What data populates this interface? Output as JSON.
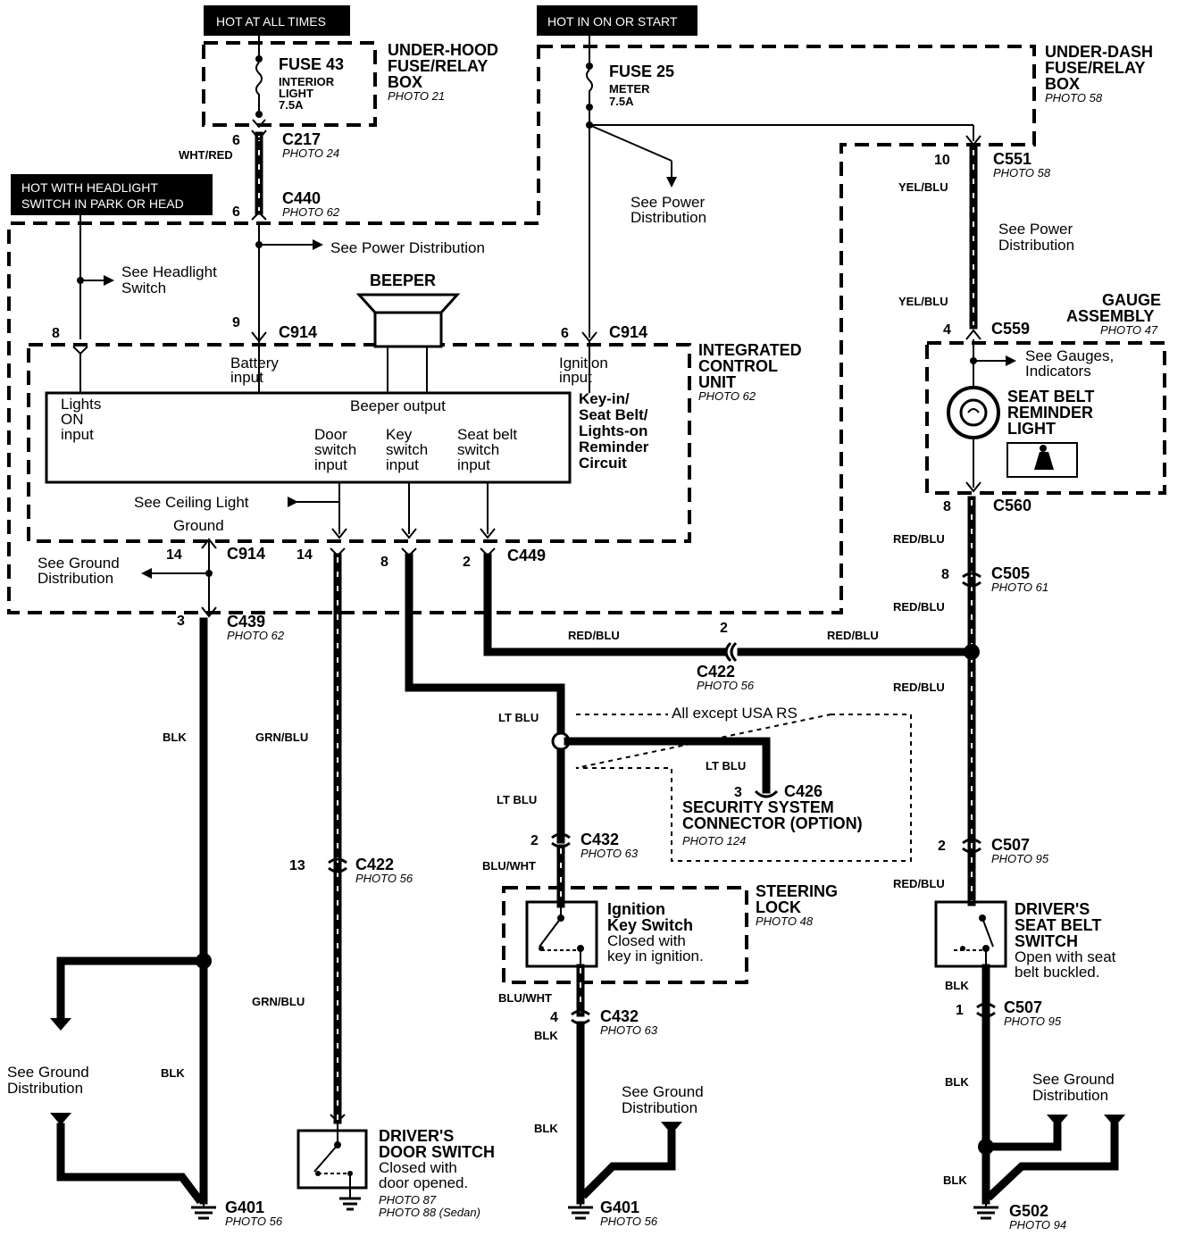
{
  "hot_labels": {
    "at_all_times": "HOT AT ALL TIMES",
    "in_on_or_start": "HOT IN ON OR START",
    "headlight_l1": "HOT WITH HEADLIGHT",
    "headlight_l2": "SWITCH IN PARK OR HEAD"
  },
  "fuses": {
    "fuse43": {
      "name": "FUSE 43",
      "desc1": "INTERIOR",
      "desc2": "LIGHT",
      "rating": "7.5A"
    },
    "fuse25": {
      "name": "FUSE 25",
      "desc1": "METER",
      "rating": "7.5A"
    }
  },
  "boxes": {
    "underhood": {
      "l1": "UNDER-HOOD",
      "l2": "FUSE/RELAY",
      "l3": "BOX",
      "photo": "PHOTO 21"
    },
    "underdash": {
      "l1": "UNDER-DASH",
      "l2": "FUSE/RELAY",
      "l3": "BOX",
      "photo": "PHOTO 58"
    },
    "icu": {
      "l1": "INTEGRATED",
      "l2": "CONTROL",
      "l3": "UNIT",
      "photo": "PHOTO 62"
    },
    "gauge": {
      "l1": "GAUGE",
      "l2": "ASSEMBLY",
      "photo": "PHOTO 47"
    },
    "steering": {
      "l1": "STEERING",
      "l2": "LOCK",
      "photo": "PHOTO 48"
    }
  },
  "connectors": {
    "c217": {
      "name": "C217",
      "photo": "PHOTO 24",
      "pin": "6"
    },
    "c440": {
      "name": "C440",
      "photo": "PHOTO 62",
      "pin": "6"
    },
    "c551": {
      "name": "C551",
      "photo": "PHOTO 58",
      "pin": "10"
    },
    "c914_top": {
      "name": "C914",
      "pin8": "8",
      "pin9": "9"
    },
    "c914_ign": {
      "name": "C914",
      "pin": "6"
    },
    "c559": {
      "name": "C559",
      "pin": "4"
    },
    "c560": {
      "name": "C560",
      "pin": "8"
    },
    "c505": {
      "name": "C505",
      "photo": "PHOTO 61",
      "pin": "8"
    },
    "c914_bot": {
      "name": "C914",
      "pin_a": "14",
      "pin_b": "14"
    },
    "c449": {
      "name": "C449",
      "pin_a": "8",
      "pin_b": "2"
    },
    "c439": {
      "name": "C439",
      "photo": "PHOTO 62",
      "pin": "3"
    },
    "c422_mid": {
      "name": "C422",
      "photo": "PHOTO 56",
      "pin": "2"
    },
    "c426": {
      "name": "C426",
      "pin": "3"
    },
    "c432_top": {
      "name": "C432",
      "photo": "PHOTO 63",
      "pin": "2"
    },
    "c422_low": {
      "name": "C422",
      "photo": "PHOTO 56",
      "pin": "13"
    },
    "c507_top": {
      "name": "C507",
      "photo": "PHOTO 95",
      "pin": "2"
    },
    "c432_bot": {
      "name": "C432",
      "photo": "PHOTO 63",
      "pin": "4"
    },
    "c507_bot": {
      "name": "C507",
      "photo": "PHOTO 95",
      "pin": "1"
    }
  },
  "wires": {
    "wht_red": "WHT/RED",
    "yel_blu": "YEL/BLU",
    "red_blu": "RED/BLU",
    "lt_blu": "LT BLU",
    "blu_wht": "BLU/WHT",
    "grn_blu": "GRN/BLU",
    "blk": "BLK"
  },
  "refs": {
    "power_dist": "See Power",
    "power_dist2": "Distribution",
    "power_dist_inline": "See Power Distribution",
    "headlight_l1": "See Headlight",
    "headlight_l2": "Switch",
    "ceiling": "See Ceiling Light",
    "ground_word": "Ground",
    "ground_l1": "See Ground",
    "ground_l2": "Distribution",
    "gauges_l1": "See Gauges,",
    "gauges_l2": "Indicators"
  },
  "icu_inputs": {
    "battery_l1": "Battery",
    "battery_l2": "input",
    "ignition_l1": "Ignition",
    "ignition_l2": "input",
    "lights_l1": "Lights",
    "lights_l2": "ON",
    "lights_l3": "input",
    "beeper_output": "Beeper output",
    "door_l1": "Door",
    "door_l2": "switch",
    "door_l3": "input",
    "key_l1": "Key",
    "key_l2": "switch",
    "key_l3": "input",
    "seat_l1": "Seat  belt",
    "seat_l2": "switch",
    "seat_l3": "input",
    "circuit_l1": "Key-in/",
    "circuit_l2": "Seat Belt/",
    "circuit_l3": "Lights-on",
    "circuit_l4": "Reminder",
    "circuit_l5": "Circuit"
  },
  "components": {
    "beeper": "BEEPER",
    "seatbelt_light_l1": "SEAT BELT",
    "seatbelt_light_l2": "REMINDER",
    "seatbelt_light_l3": "LIGHT",
    "all_except": "All except USA RS",
    "security_l1": "SECURITY SYSTEM",
    "security_l2": "CONNECTOR (OPTION)",
    "security_photo": "PHOTO 124",
    "ignkey_l1": "Ignition",
    "ignkey_l2": "Key Switch",
    "ignkey_l3": "Closed with",
    "ignkey_l4": "key in ignition.",
    "dseat_l1": "DRIVER'S",
    "dseat_l2": "SEAT BELT",
    "dseat_l3": "SWITCH",
    "dseat_l4": "Open with seat",
    "dseat_l5": "belt buckled.",
    "ddoor_l1": "DRIVER'S",
    "ddoor_l2": "DOOR SWITCH",
    "ddoor_l3": "Closed with",
    "ddoor_l4": "door opened.",
    "ddoor_photo1": "PHOTO 87",
    "ddoor_photo2": "PHOTO 88 (Sedan)"
  },
  "grounds": {
    "g401a": {
      "name": "G401",
      "photo": "PHOTO 56"
    },
    "g401b": {
      "name": "G401",
      "photo": "PHOTO 56"
    },
    "g502": {
      "name": "G502",
      "photo": "PHOTO 94"
    }
  }
}
